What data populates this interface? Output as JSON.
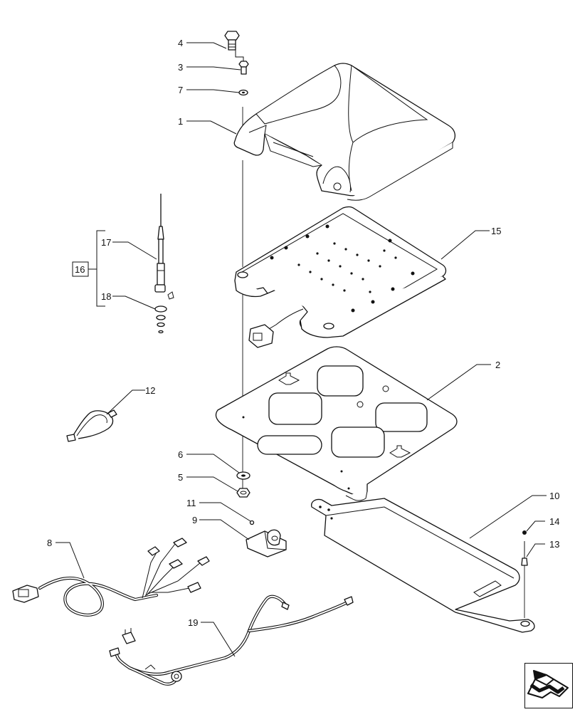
{
  "callouts": {
    "c1": "1",
    "c2": "2",
    "c3": "3",
    "c4": "4",
    "c5": "5",
    "c6": "6",
    "c7": "7",
    "c8": "8",
    "c9": "9",
    "c10": "10",
    "c11": "11",
    "c12": "12",
    "c13": "13",
    "c14": "14",
    "c15": "15",
    "c16": "16",
    "c17": "17",
    "c18": "18",
    "c19": "19"
  },
  "nav": {
    "icon": "arrow-next-icon"
  },
  "colors": {
    "line": "#111111",
    "background": "#ffffff"
  }
}
